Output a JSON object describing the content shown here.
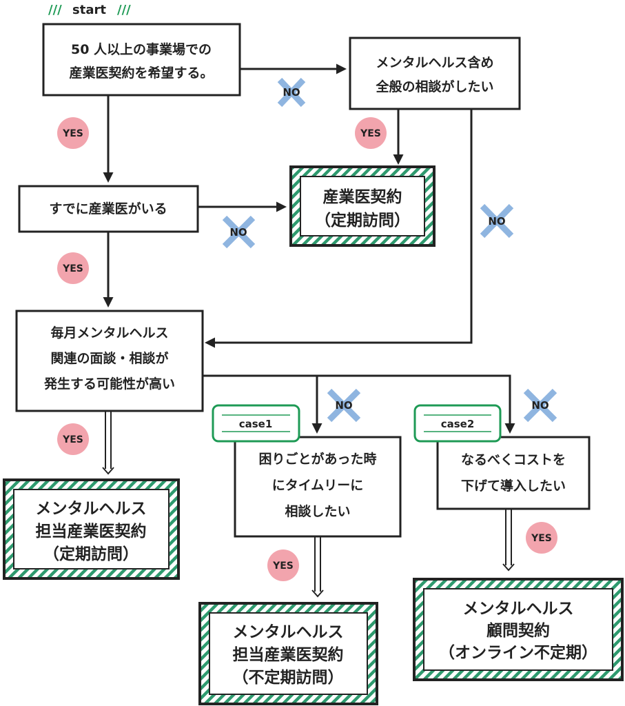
{
  "start": {
    "slash_left": "///",
    "label": "start",
    "slash_right": "///"
  },
  "colors": {
    "stroke": "#222222",
    "accent_green": "#1e9a55",
    "stripe_green": "#2e9a6e",
    "yes_badge": "#f2a4ad",
    "no_cross": "#8fb5e0"
  },
  "nodes": {
    "q1": {
      "lines": [
        "50 人以上の事業場での",
        "産業医契約を希望する。"
      ]
    },
    "q2": {
      "lines": [
        "メンタルヘルス含め",
        "全般の相談がしたい"
      ]
    },
    "q3": {
      "lines": [
        "すでに産業医がいる"
      ]
    },
    "q4": {
      "lines": [
        "毎月メンタルヘルス",
        "関連の面談・相談が",
        "発生する可能性が高い"
      ]
    },
    "q5": {
      "lines": [
        "困りごとがあった時",
        "にタイムリーに",
        "相談したい"
      ]
    },
    "q6": {
      "lines": [
        "なるべくコストを",
        "下げて導入したい"
      ]
    }
  },
  "results": {
    "r1": {
      "lines": [
        "産業医契約",
        "（定期訪問）"
      ]
    },
    "r2": {
      "lines": [
        "メンタルヘルス",
        "担当産業医契約",
        "（定期訪問）"
      ]
    },
    "r3": {
      "lines": [
        "メンタルヘルス",
        "担当産業医契約",
        "（不定期訪問）"
      ]
    },
    "r4": {
      "lines": [
        "メンタルヘルス",
        "顧問契約",
        "（オンライン不定期）"
      ]
    }
  },
  "cases": {
    "case1": "case1",
    "case2": "case2"
  },
  "labels": {
    "yes": "YES",
    "no": "NO"
  }
}
